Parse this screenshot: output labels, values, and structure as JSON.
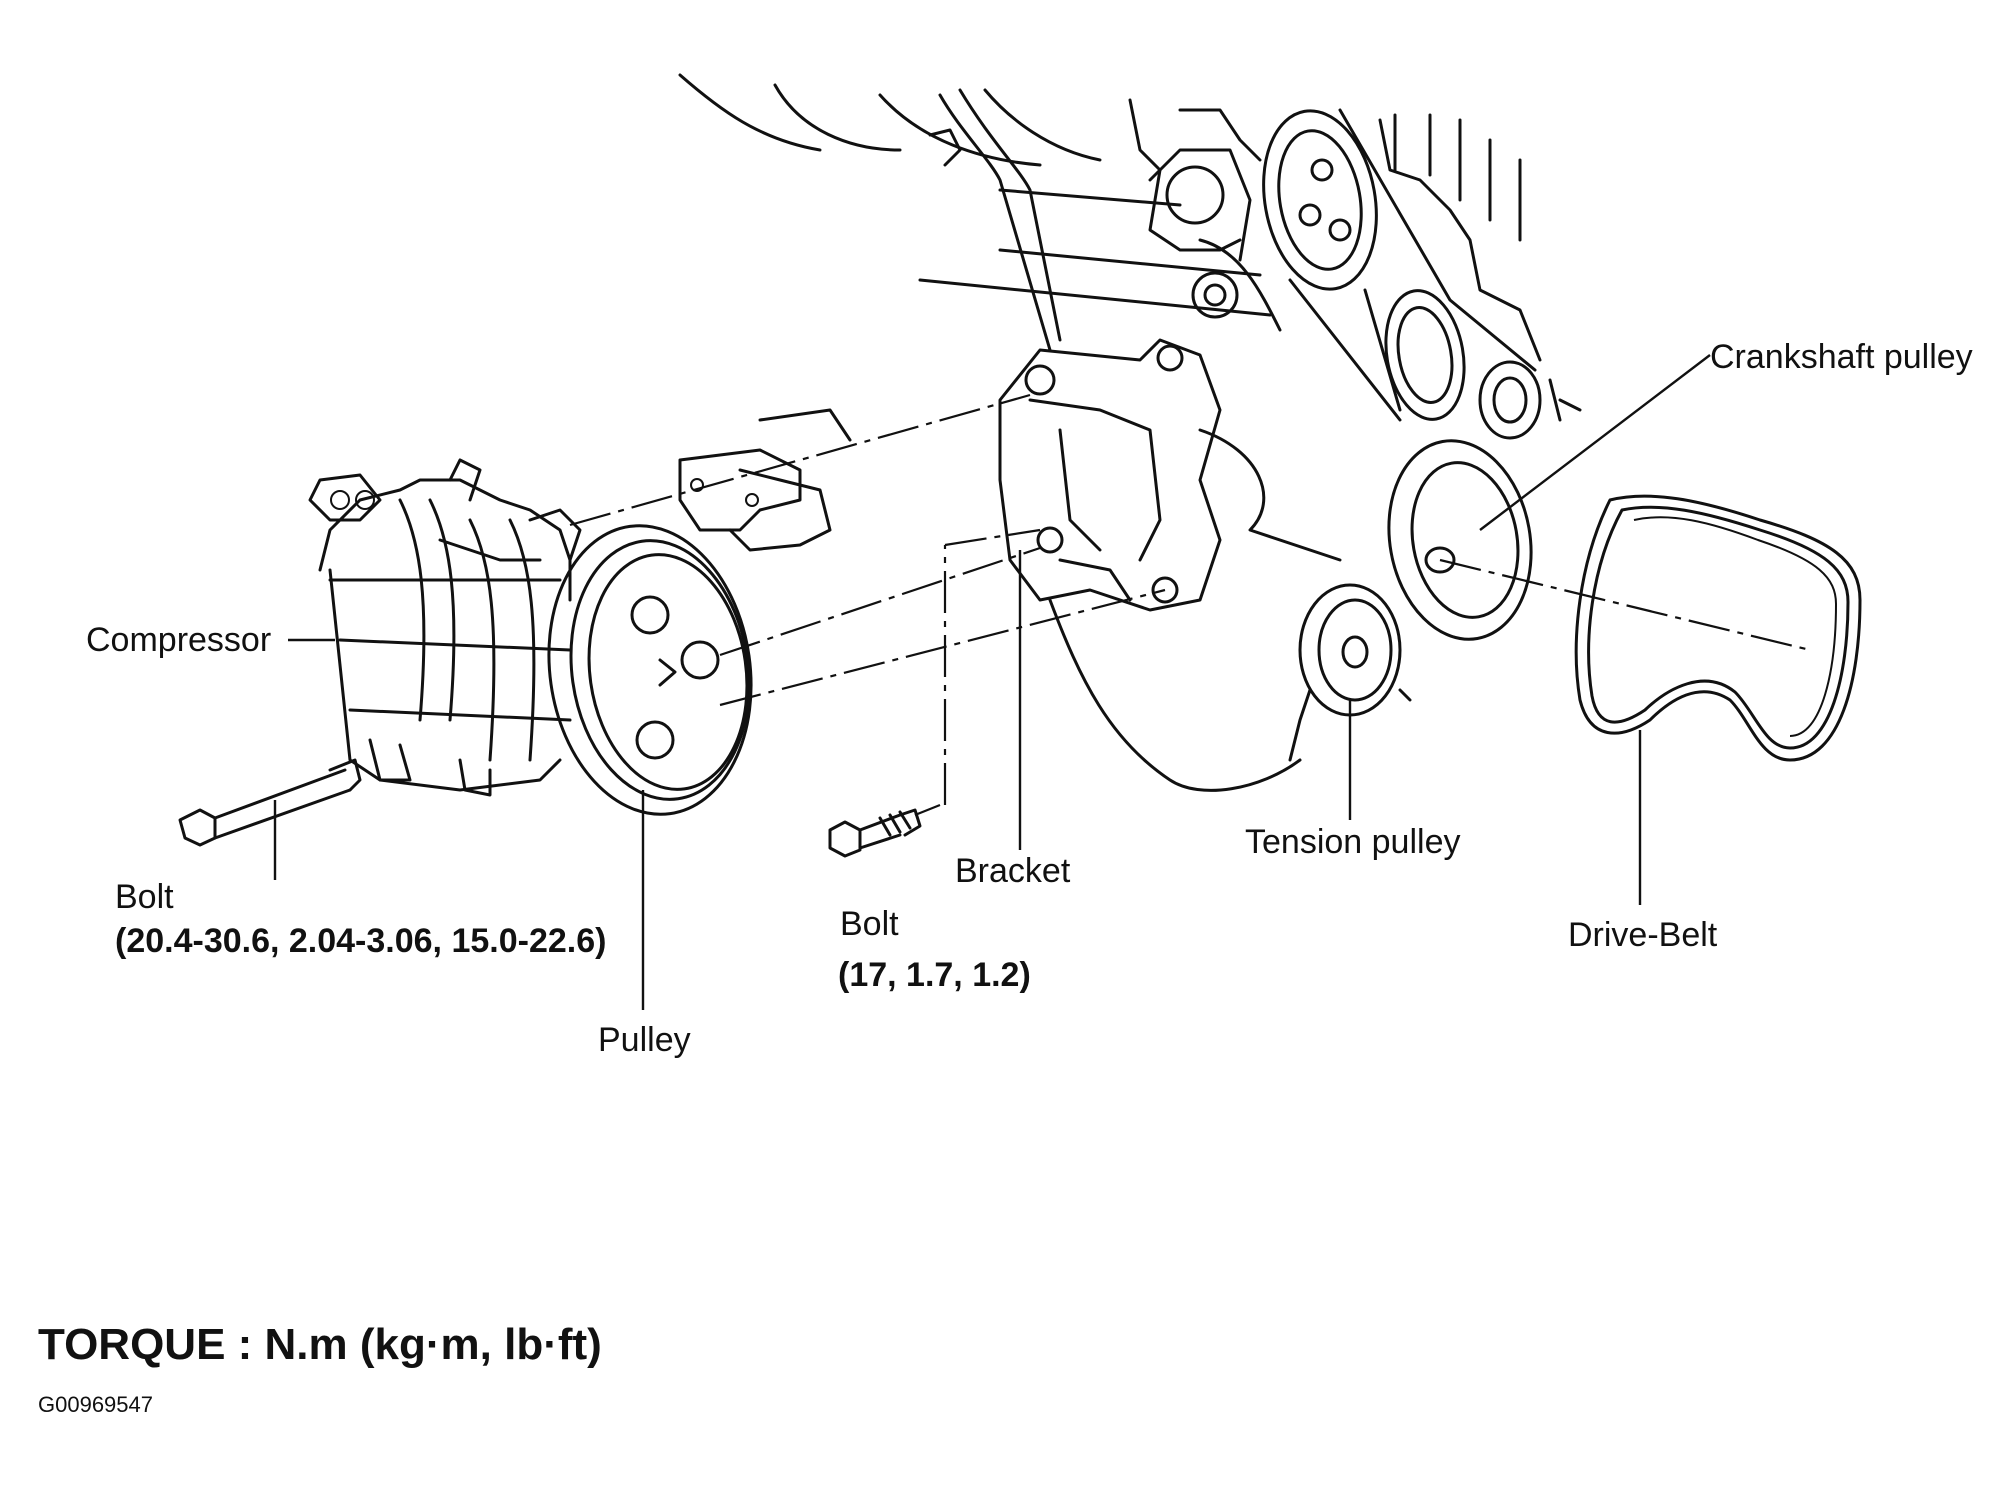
{
  "labels": {
    "crankshaft_pulley": "Crankshaft pulley",
    "compressor": "Compressor",
    "bolt_left": "Bolt",
    "bolt_left_torque": "(20.4-30.6, 2.04-3.06, 15.0-22.6)",
    "bolt_mid": "Bolt",
    "bolt_mid_torque": "(17, 1.7, 1.2)",
    "bracket": "Bracket",
    "tension_pulley": "Tension pulley",
    "drive_belt": "Drive-Belt",
    "pulley": "Pulley"
  },
  "footer": {
    "torque_units": "TORQUE : N.m  (kg·m, lb·ft)",
    "figure_id": "G00969547"
  }
}
